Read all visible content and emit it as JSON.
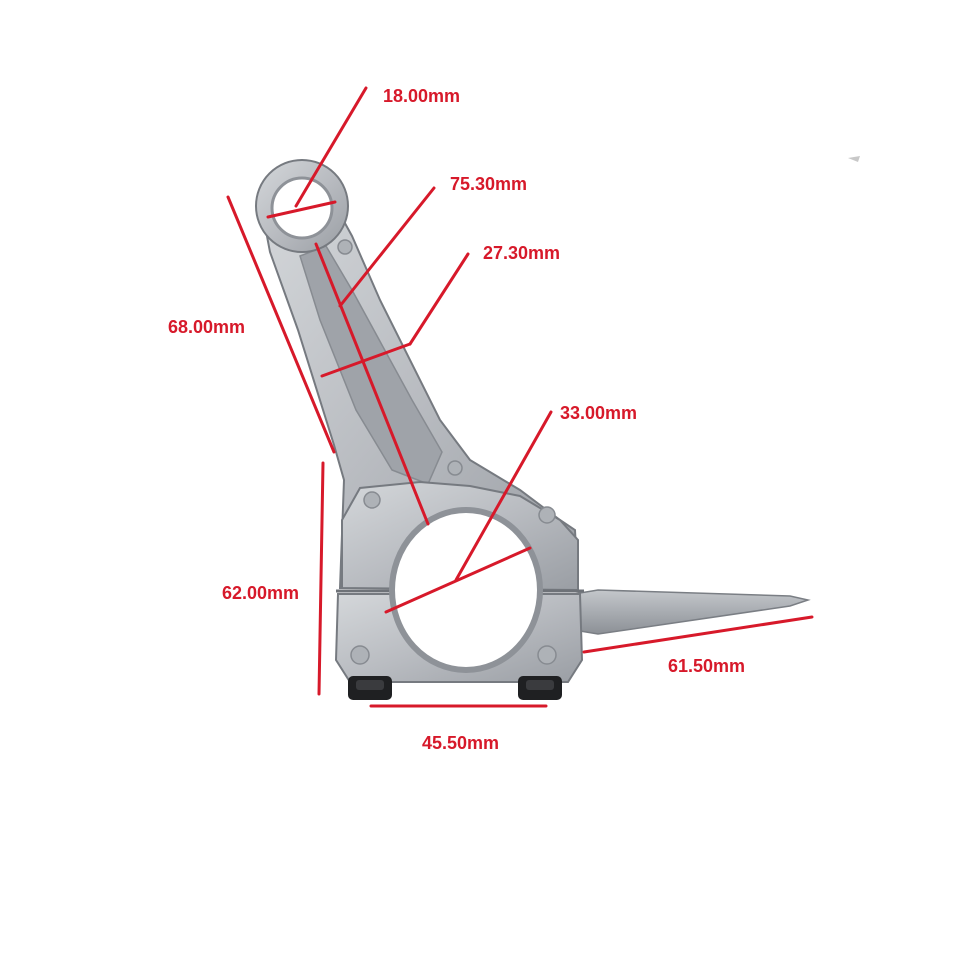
{
  "title": "",
  "colors": {
    "dimension": "#d7192a",
    "metal_light": "#c9ccd0",
    "metal_mid": "#a9adb2",
    "metal_dark": "#878b91",
    "metal_edge": "#6e7278",
    "bolt": "#202124",
    "background": "#ffffff"
  },
  "part": {
    "icon": "connecting-rod-icon",
    "bolt_icon": "hex-bolt-icon",
    "bolt_count": 2
  },
  "dimensions": {
    "small_end_diameter": "18.00mm",
    "center_distance": "75.30mm",
    "beam_width": "27.30mm",
    "rod_length": "68.00mm",
    "big_end_diameter": "33.00mm",
    "big_end_height": "62.00mm",
    "dipper_length": "61.50mm",
    "big_end_width": "45.50mm"
  }
}
